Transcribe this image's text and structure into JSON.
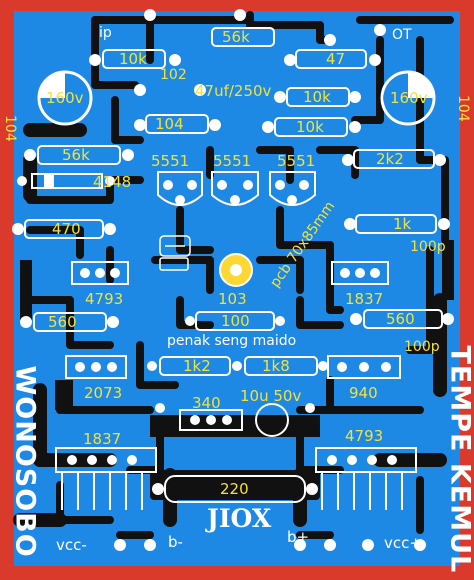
{
  "colors": {
    "border": "#d93a2b",
    "board": "#1e88e5",
    "trace": "#111111",
    "silk": "#ffffff",
    "value": "#f3e23a"
  },
  "pcb": {
    "top": {
      "ip": "ip",
      "ot": "OT"
    },
    "resistors": {
      "r_56k_top": "56k",
      "r_10k_left": "10k",
      "r_47": "47",
      "r_10k_mid": "10k",
      "r_10k_low": "10k",
      "r_104": "104",
      "r_56k_left": "56k",
      "r_2k2": "2k2",
      "r_470": "470",
      "r_1k": "1k",
      "r_560_left": "560",
      "r_560_right": "560",
      "r_100": "100",
      "r_1k2": "1k2",
      "r_1k8": "1k8",
      "r_220": "220"
    },
    "caps": {
      "c102": "102",
      "c47uf": "47uf/250v",
      "c160_left": "160v",
      "c160_right": "160v",
      "c104_left": "104",
      "c104_right": "104",
      "c100p_top": "100p",
      "c100p_bottom": "100p",
      "c10u": "10u 50v",
      "c103": "103"
    },
    "diode": "4148",
    "transistors": {
      "q1": "5551",
      "q2": "5551",
      "q3": "5551",
      "q4793_left": "4793",
      "q1837_right": "1837",
      "q2073": "2073",
      "q940": "940",
      "q340": "340",
      "q1837_bottom": "1837",
      "q4793_bottom": "4793"
    },
    "texts": {
      "pcb_size": "pcb 70x85mm",
      "credit": "penak seng maido",
      "brand": "JIOX",
      "left_vertical": "WONOSOBO",
      "right_vertical": "TEMPE KEMUL"
    },
    "power": {
      "vcc_minus": "vcc-",
      "b_minus": "b-",
      "b_plus": "b+",
      "vcc_plus": "vcc+"
    }
  }
}
